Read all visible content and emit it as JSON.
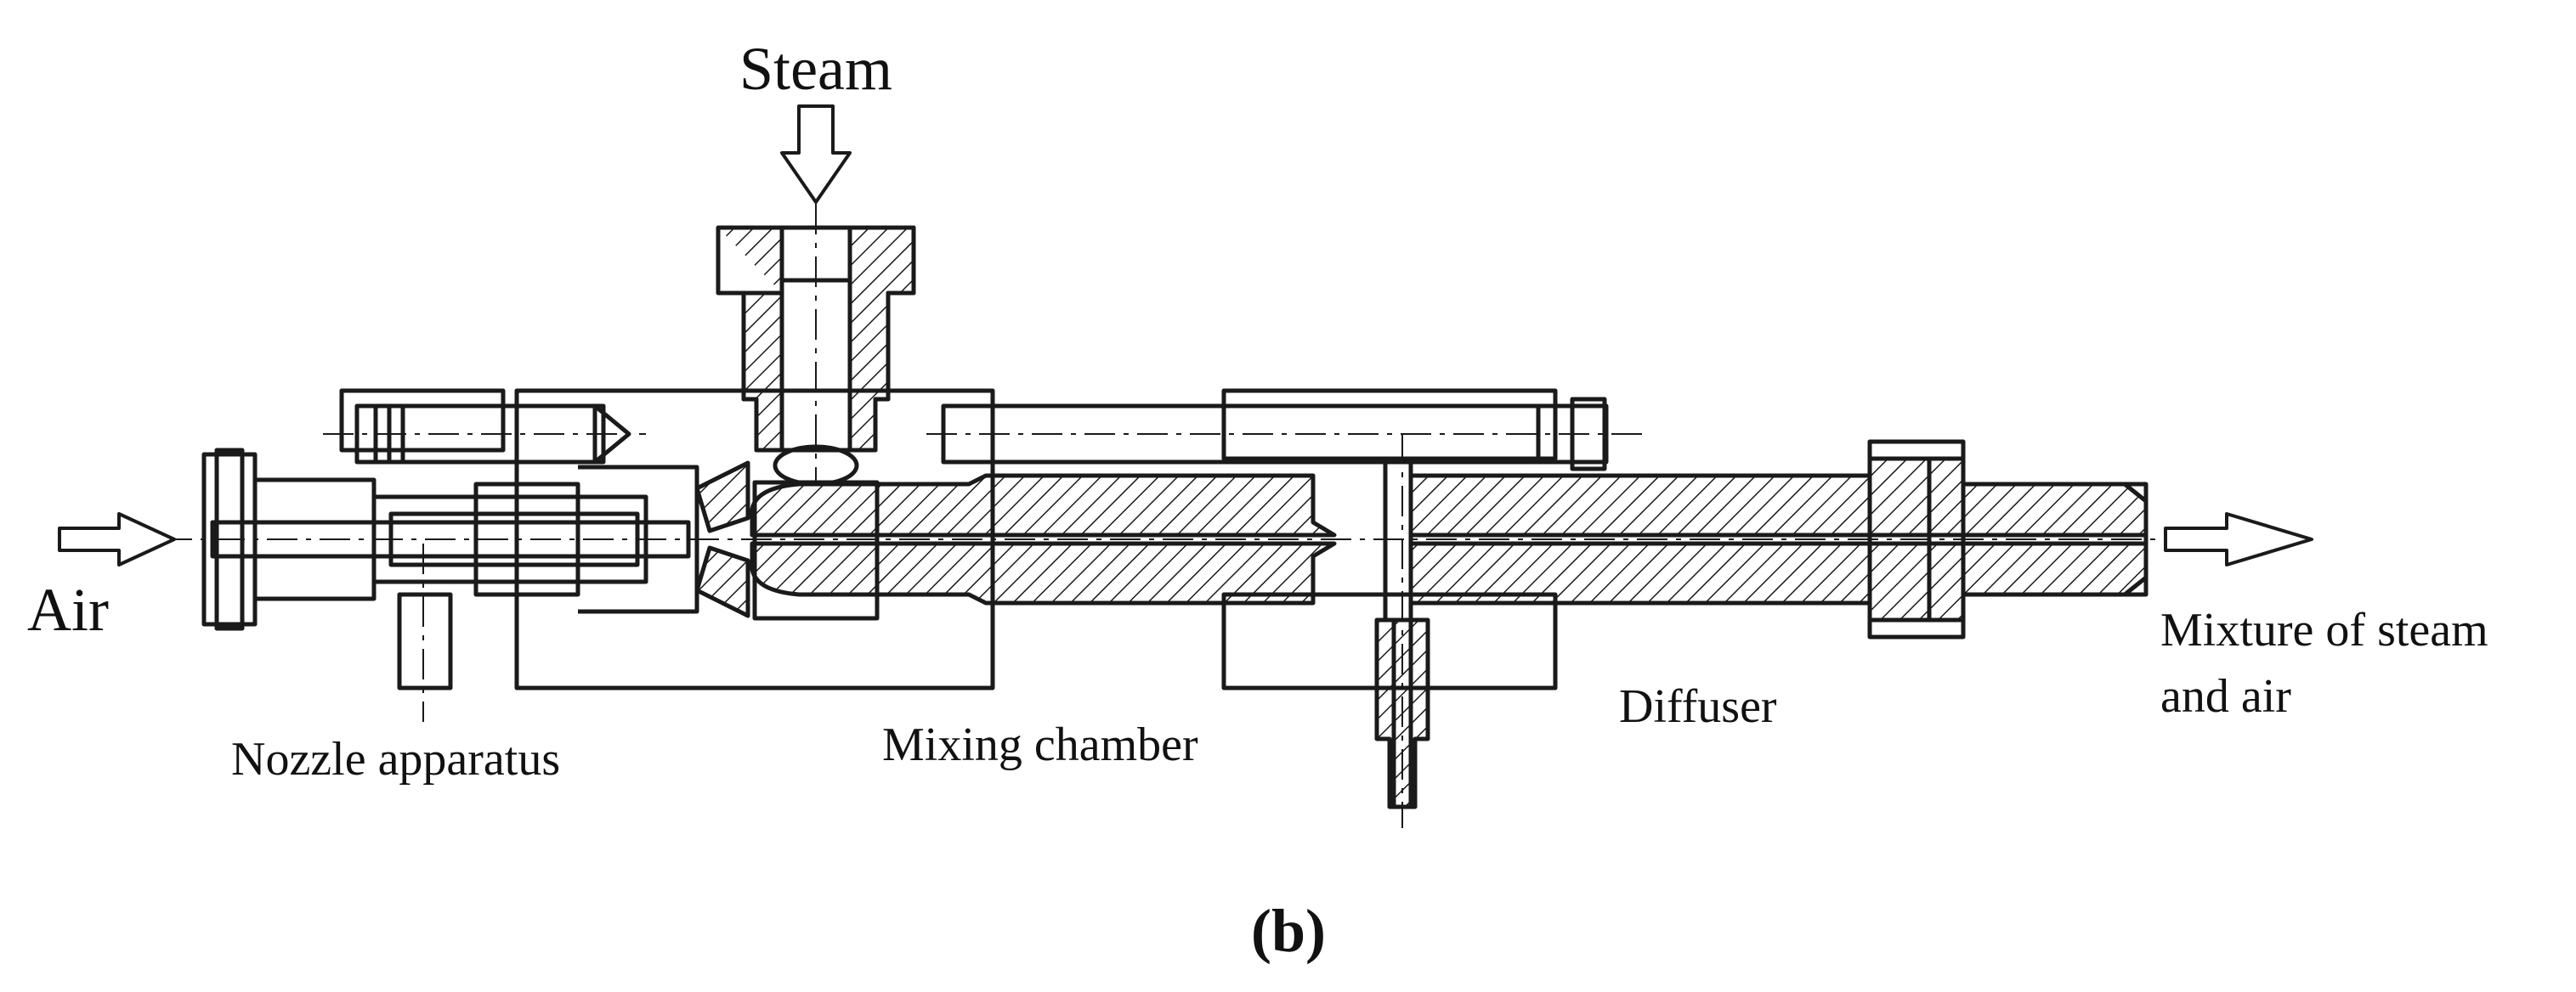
{
  "labels": {
    "steam": "Steam",
    "air": "Air",
    "outlet_line1": "Mixture of steam",
    "outlet_line2": "and air",
    "nozzle": "Nozzle apparatus",
    "mixing": "Mixing chamber",
    "diffuser": "Diffuser"
  },
  "caption": "(b)",
  "colors": {
    "line": "#1a1a1a",
    "background": "#ffffff"
  }
}
